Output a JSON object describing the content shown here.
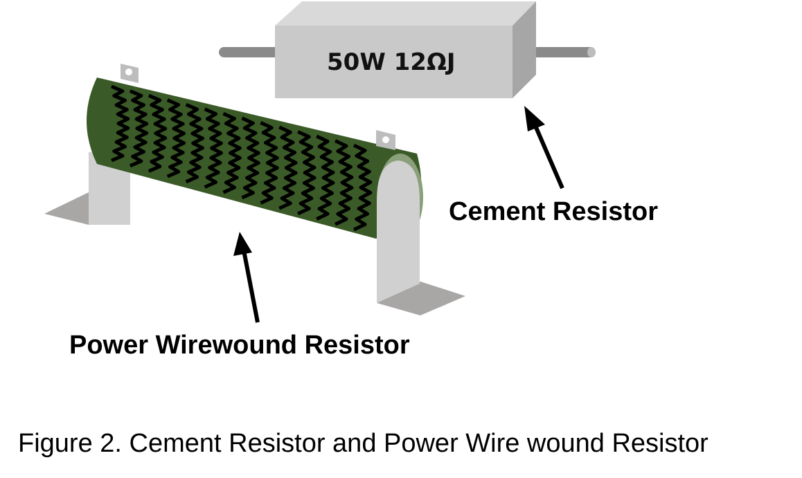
{
  "cement_resistor": {
    "marking": "50W 12ΩJ",
    "label": "Cement Resistor"
  },
  "wirewound_resistor": {
    "label": "Power Wirewound Resistor"
  },
  "caption": "Figure 2. Cement Resistor and Power Wire wound Resistor",
  "colors": {
    "body_green": "#3a5a27",
    "coil": "#000000",
    "cement_front": "#c9c9c9",
    "cement_top": "#d9d9d9",
    "cement_side": "#a6a6a6",
    "bracket": "#d0d0d0",
    "foot": "#a9a6a6",
    "lead": "#8a8a8a"
  }
}
